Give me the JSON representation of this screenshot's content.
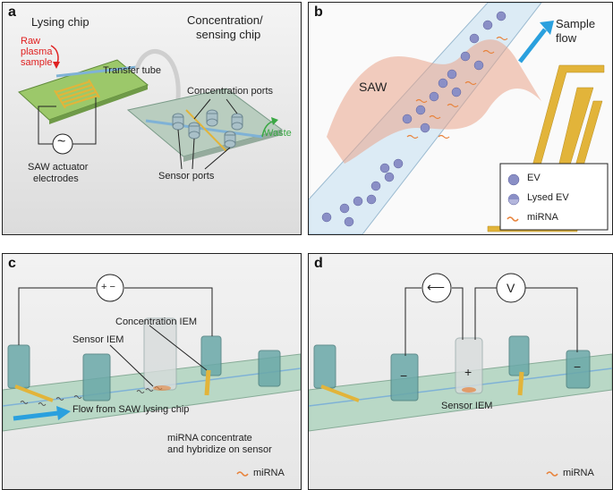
{
  "panel_a": {
    "letter": "a",
    "lysing_chip": "Lysing chip",
    "concentration_chip_line1": "Concentration/",
    "concentration_chip_line2": "sensing chip",
    "raw_line1": "Raw",
    "raw_line2": "plasma",
    "raw_line3": "sample",
    "transfer_tube": "Transfer tube",
    "concentration_ports": "Concentration ports",
    "waste": "Waste",
    "saw_line1": "SAW actuator",
    "saw_line2": "electrodes",
    "sensor_ports": "Sensor ports",
    "ac_symbol": "~"
  },
  "panel_b": {
    "letter": "b",
    "saw": "SAW",
    "sample_flow_line1": "Sample",
    "sample_flow_line2": "flow",
    "legend": [
      "EV",
      "Lysed EV",
      "miRNA"
    ]
  },
  "panel_c": {
    "letter": "c",
    "plus_minus": "+ −",
    "concentration_iem": "Concentration IEM",
    "sensor_iem": "Sensor IEM",
    "flow": "Flow from SAW lysing chip",
    "mirna_line1": "miRNA concentrate",
    "mirna_line2": "and hybridize on sensor",
    "legend_mirna": "miRNA"
  },
  "panel_d": {
    "letter": "d",
    "current_symbol": "⟵",
    "voltage_symbol": "V",
    "minus1": "−",
    "plus": "+",
    "minus2": "−",
    "sensor_iem": "Sensor IEM",
    "legend_mirna": "miRNA"
  },
  "colors": {
    "lysing_chip": "#9cc86a",
    "sensing_chip": "#b9cdbf",
    "channel": "#7fb2d6",
    "raw_sample": "#e02020",
    "waste": "#3aa844",
    "saw_wave": "#e9a48b",
    "electrode": "#e2b43a",
    "ev": "#8a8fc6",
    "mirna": "#e8823a",
    "flow_arrow": "#2aa0de",
    "reservoir": "#6aa8a8",
    "substrate": "#b9d8c6"
  }
}
